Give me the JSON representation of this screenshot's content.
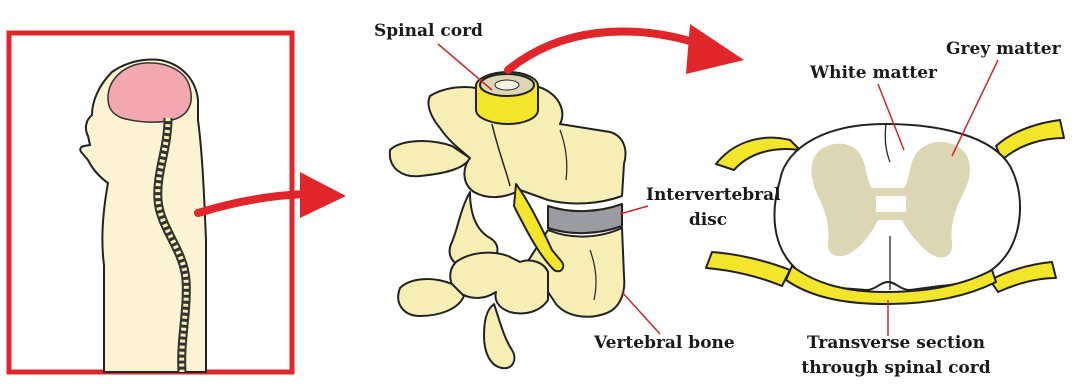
{
  "labels": {
    "spinal_cord": "Spinal cord",
    "white_matter": "White matter",
    "grey_matter": "Grey matter",
    "intervertebral_line1": "Intervertebral",
    "intervertebral_line2": "disc",
    "vertebral_bone": "Vertebral bone",
    "transverse_line1": "Transverse section",
    "transverse_line2": "through spinal cord"
  },
  "colors": {
    "frame": "#e0262b",
    "arrow": "#e0262b",
    "skin": "#fbf3d2",
    "brain": "#f2a7b1",
    "bone": "#f7eeb6",
    "nerve": "#f3e52a",
    "disc": "#9b9ca1",
    "grey_matter": "#ddd6b4",
    "pointer": "#c62a2a"
  },
  "icons": [
    "human-silhouette-icon",
    "brain-icon",
    "spine-icon",
    "vertebra-icon",
    "spinal-cord-section-icon",
    "arrow-icon"
  ]
}
